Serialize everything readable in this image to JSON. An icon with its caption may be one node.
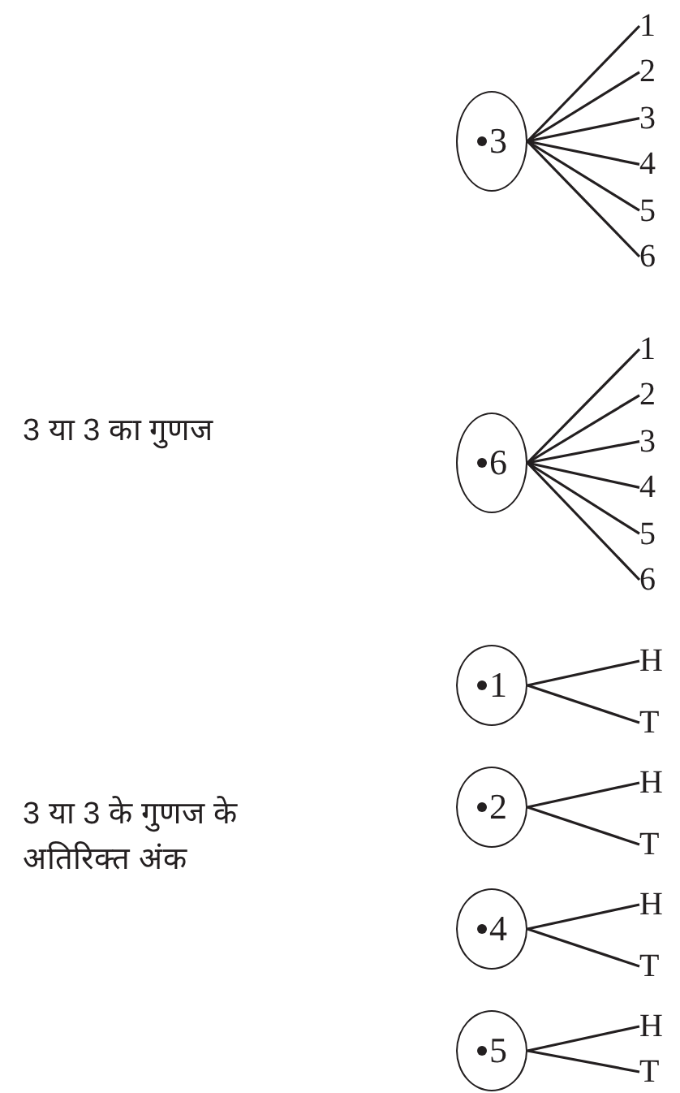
{
  "diagram": {
    "nodes": [
      {
        "text": [
          "3"
        ]
      },
      {
        "text": [
          "1"
        ]
      },
      {
        "text": [
          "2"
        ]
      },
      {
        "text": [
          "3"
        ]
      },
      {
        "text": [
          "4"
        ]
      },
      {
        "text": [
          "5"
        ]
      },
      {
        "text": [
          "6"
        ]
      },
      {
        "text": [
          "6"
        ]
      },
      {
        "text": [
          "1"
        ]
      },
      {
        "text": [
          "2"
        ]
      },
      {
        "text": [
          "3"
        ]
      },
      {
        "text": [
          "4"
        ]
      },
      {
        "text": [
          "5"
        ]
      },
      {
        "text": [
          "6"
        ]
      },
      {
        "text": [
          "1"
        ]
      },
      {
        "text": [
          "H"
        ]
      },
      {
        "text": [
          "T"
        ]
      },
      {
        "text": [
          "2"
        ]
      },
      {
        "text": [
          "H"
        ]
      },
      {
        "text": [
          "T"
        ]
      },
      {
        "text": [
          "4"
        ]
      },
      {
        "text": [
          "H"
        ]
      },
      {
        "text": [
          "T"
        ]
      },
      {
        "text": [
          "5"
        ]
      },
      {
        "text": [
          "H"
        ]
      },
      {
        "text": [
          "T"
        ]
      }
    ],
    "edges": [
      {
        "from": 0,
        "to": 1,
        "arrow": "none"
      },
      {
        "from": 0,
        "to": 2,
        "arrow": "none"
      },
      {
        "from": 0,
        "to": 3,
        "arrow": "none"
      },
      {
        "from": 0,
        "to": 4,
        "arrow": "none"
      },
      {
        "from": 0,
        "to": 5,
        "arrow": "none"
      },
      {
        "from": 0,
        "to": 6,
        "arrow": "none"
      },
      {
        "from": 7,
        "to": 8,
        "arrow": "none"
      },
      {
        "from": 7,
        "to": 9,
        "arrow": "none"
      },
      {
        "from": 7,
        "to": 10,
        "arrow": "none"
      },
      {
        "from": 7,
        "to": 11,
        "arrow": "none"
      },
      {
        "from": 7,
        "to": 12,
        "arrow": "none"
      },
      {
        "from": 7,
        "to": 13,
        "arrow": "none"
      },
      {
        "from": 14,
        "to": 15,
        "arrow": "none"
      },
      {
        "from": 14,
        "to": 16,
        "arrow": "none"
      },
      {
        "from": 17,
        "to": 18,
        "arrow": "none"
      },
      {
        "from": 17,
        "to": 19,
        "arrow": "none"
      },
      {
        "from": 20,
        "to": 21,
        "arrow": "none"
      },
      {
        "from": 20,
        "to": 22,
        "arrow": "none"
      },
      {
        "from": 23,
        "to": 24,
        "arrow": "none"
      },
      {
        "from": 23,
        "to": 25,
        "arrow": "none"
      }
    ],
    "labels": [
      "3 या 3 का गुणज",
      "3 या 3 के गुणज के अतिरिक्त अंक"
    ]
  }
}
